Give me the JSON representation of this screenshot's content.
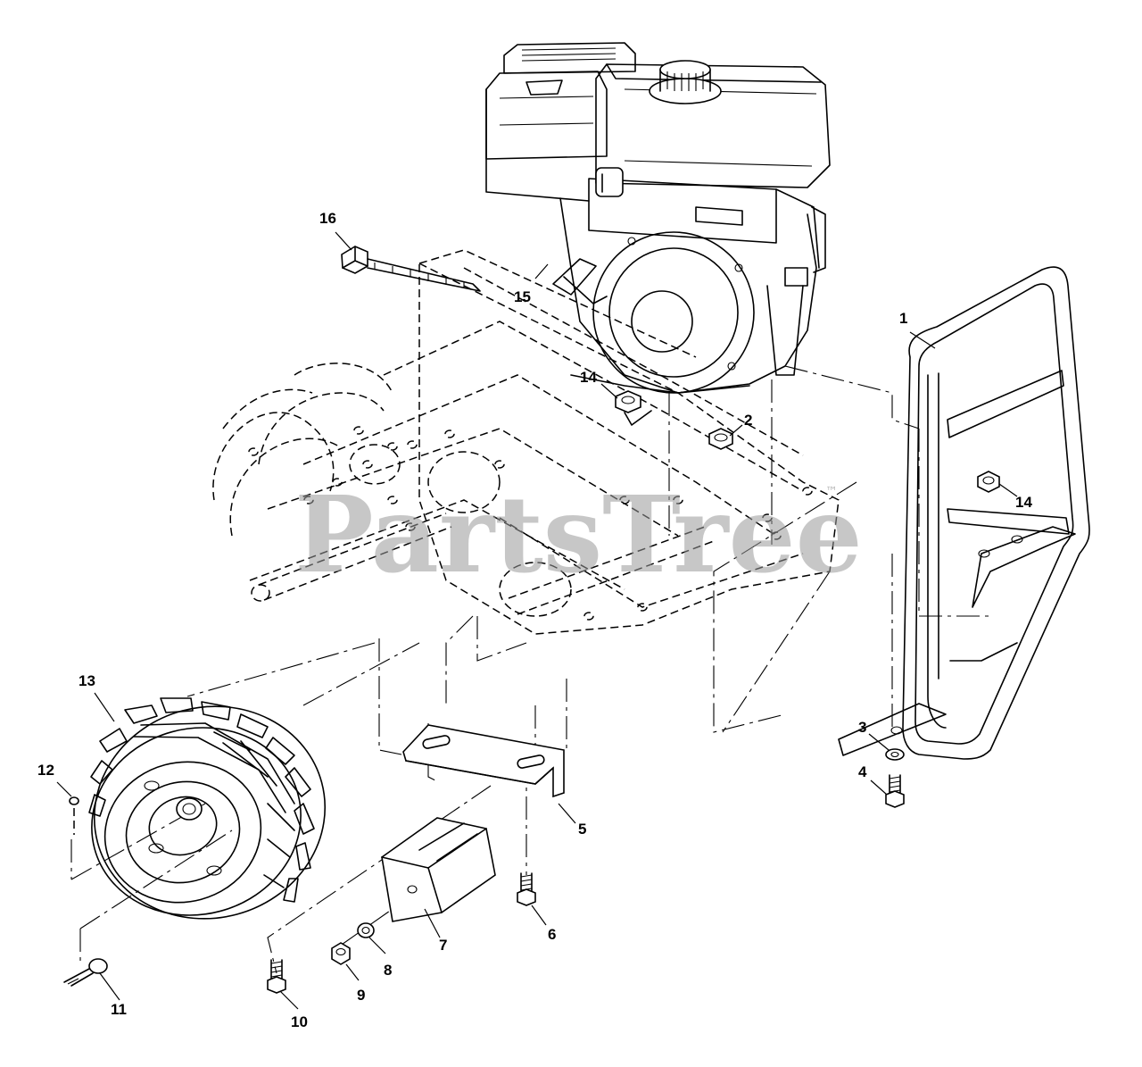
{
  "watermark": {
    "text": "PartsTree",
    "mark": "™"
  },
  "callouts": {
    "c1": "1",
    "c2": "2",
    "c3": "3",
    "c4": "4",
    "c5": "5",
    "c6": "6",
    "c7": "7",
    "c8": "8",
    "c9": "9",
    "c10": "10",
    "c11": "11",
    "c12": "12",
    "c13": "13",
    "c14a": "14",
    "c14b": "14",
    "c15": "15",
    "c16": "16"
  }
}
